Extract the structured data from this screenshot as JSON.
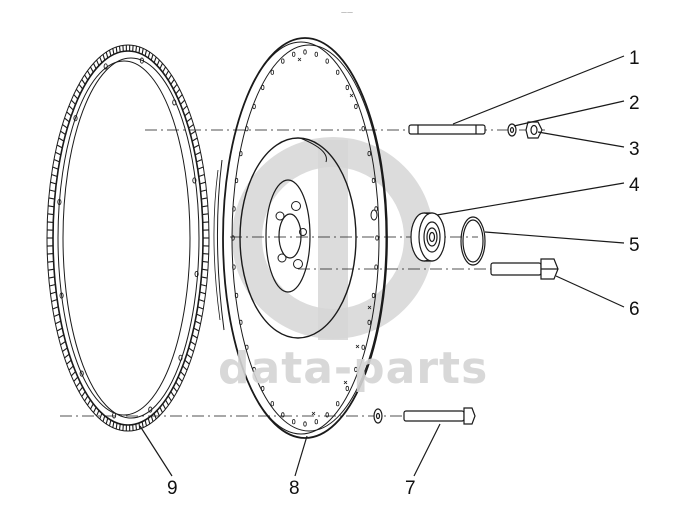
{
  "header": {
    "mark": "——"
  },
  "watermark": {
    "text": "data-parts"
  },
  "callouts": [
    {
      "id": "1",
      "label": "1"
    },
    {
      "id": "2",
      "label": "2"
    },
    {
      "id": "3",
      "label": "3"
    },
    {
      "id": "4",
      "label": "4"
    },
    {
      "id": "5",
      "label": "5"
    },
    {
      "id": "6",
      "label": "6"
    },
    {
      "id": "7",
      "label": "7"
    },
    {
      "id": "8",
      "label": "8"
    },
    {
      "id": "9",
      "label": "9"
    }
  ],
  "colors": {
    "line": "#1a1a1a",
    "watermark": "#d4d4d4",
    "background": "#ffffff"
  }
}
